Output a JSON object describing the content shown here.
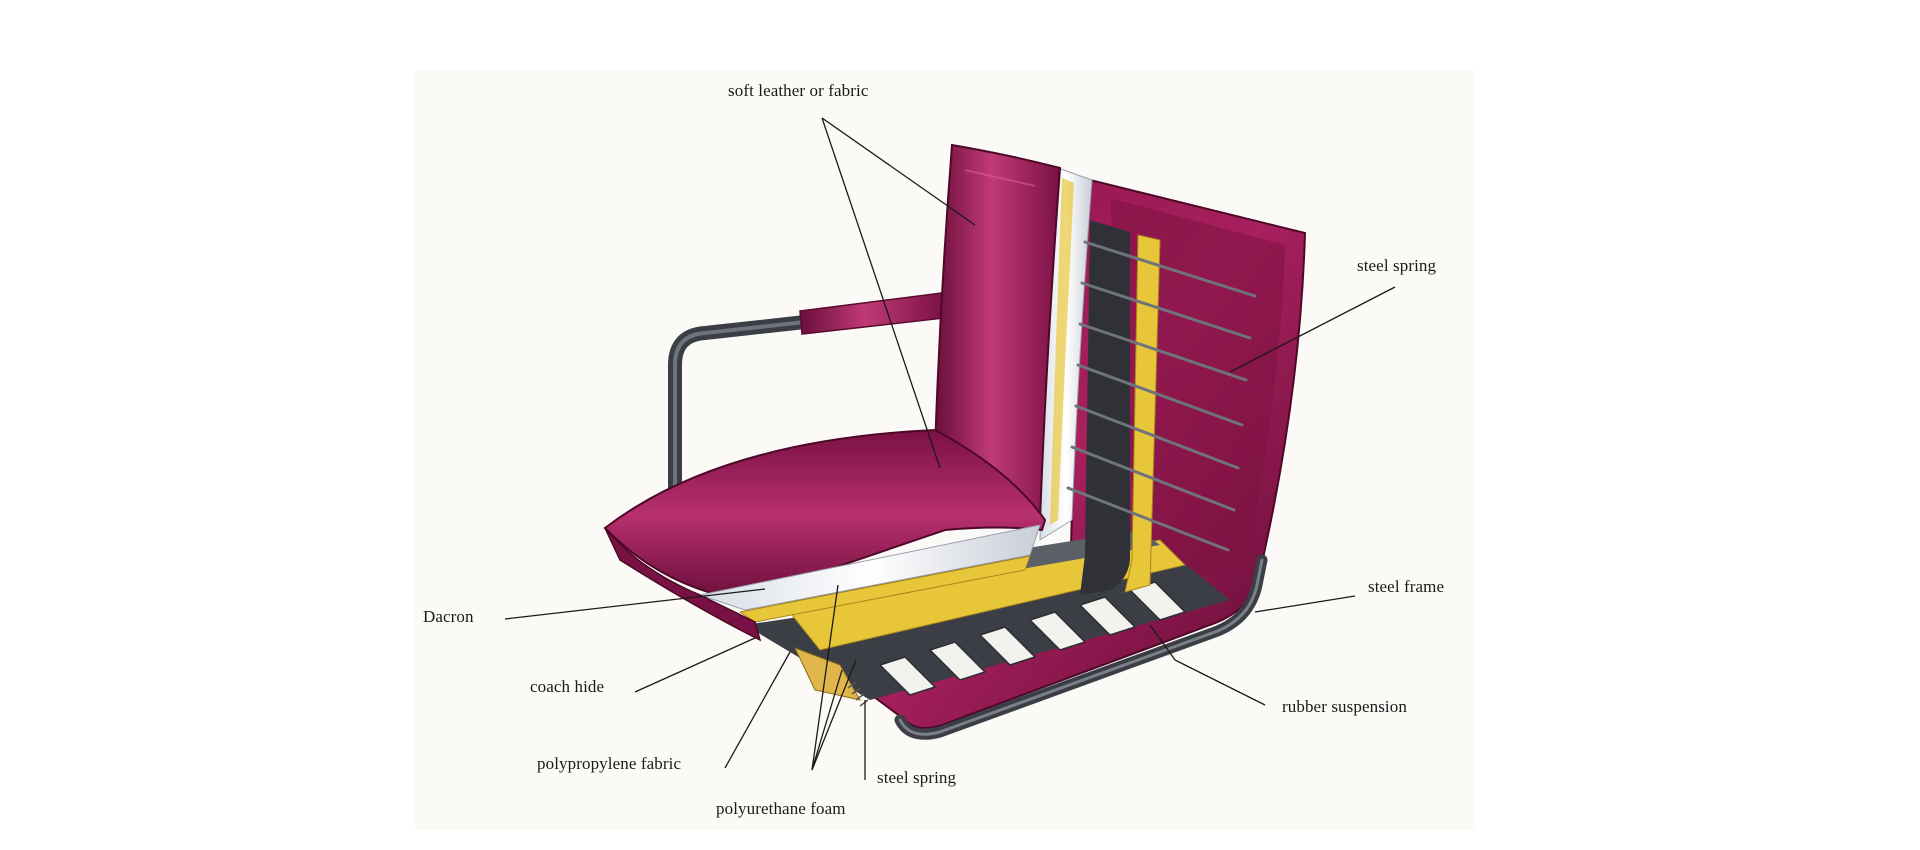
{
  "labels": {
    "soft_leather": "soft leather or fabric",
    "steel_spring_back": "steel spring",
    "steel_frame": "steel frame",
    "rubber_suspension": "rubber suspension",
    "dacron": "Dacron",
    "coach_hide": "coach hide",
    "polypropylene_fabric": "polypropylene fabric",
    "steel_spring_seat": "steel spring",
    "polyurethane_foam": "polyurethane foam"
  },
  "colors": {
    "leather": "#8e1550",
    "leather_light": "#c03a78",
    "dacron": "#eceff4",
    "foam": "#e8c63a",
    "frame": "#3b3e44",
    "rubber": "#f2f2ee",
    "paper": "#fbfaf6"
  }
}
